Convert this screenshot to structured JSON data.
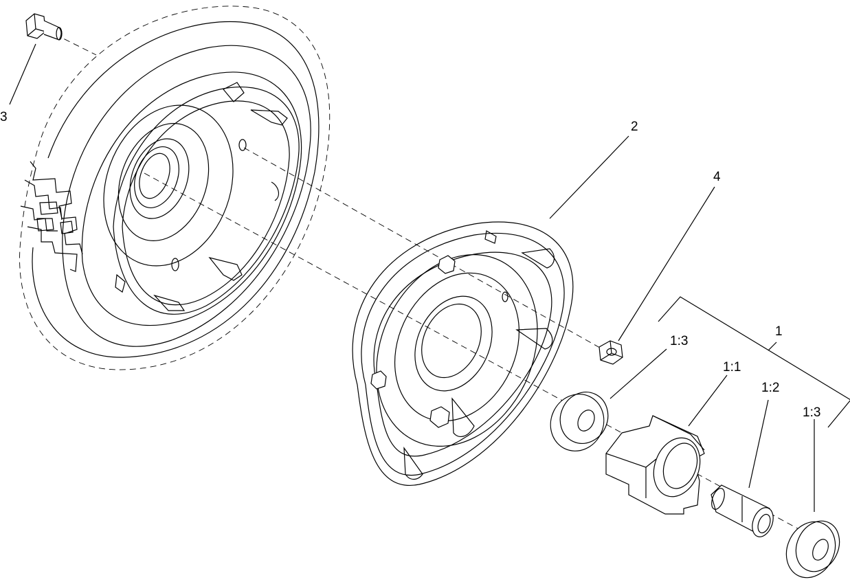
{
  "diagram": {
    "callouts": [
      {
        "id": "3",
        "text": "3"
      },
      {
        "id": "2",
        "text": "2"
      },
      {
        "id": "4",
        "text": "4"
      },
      {
        "id": "1",
        "text": "1"
      },
      {
        "id": "1-3-a",
        "text": "1:3"
      },
      {
        "id": "1-1",
        "text": "1:1"
      },
      {
        "id": "1-2",
        "text": "1:2"
      },
      {
        "id": "1-3-b",
        "text": "1:3"
      }
    ]
  }
}
